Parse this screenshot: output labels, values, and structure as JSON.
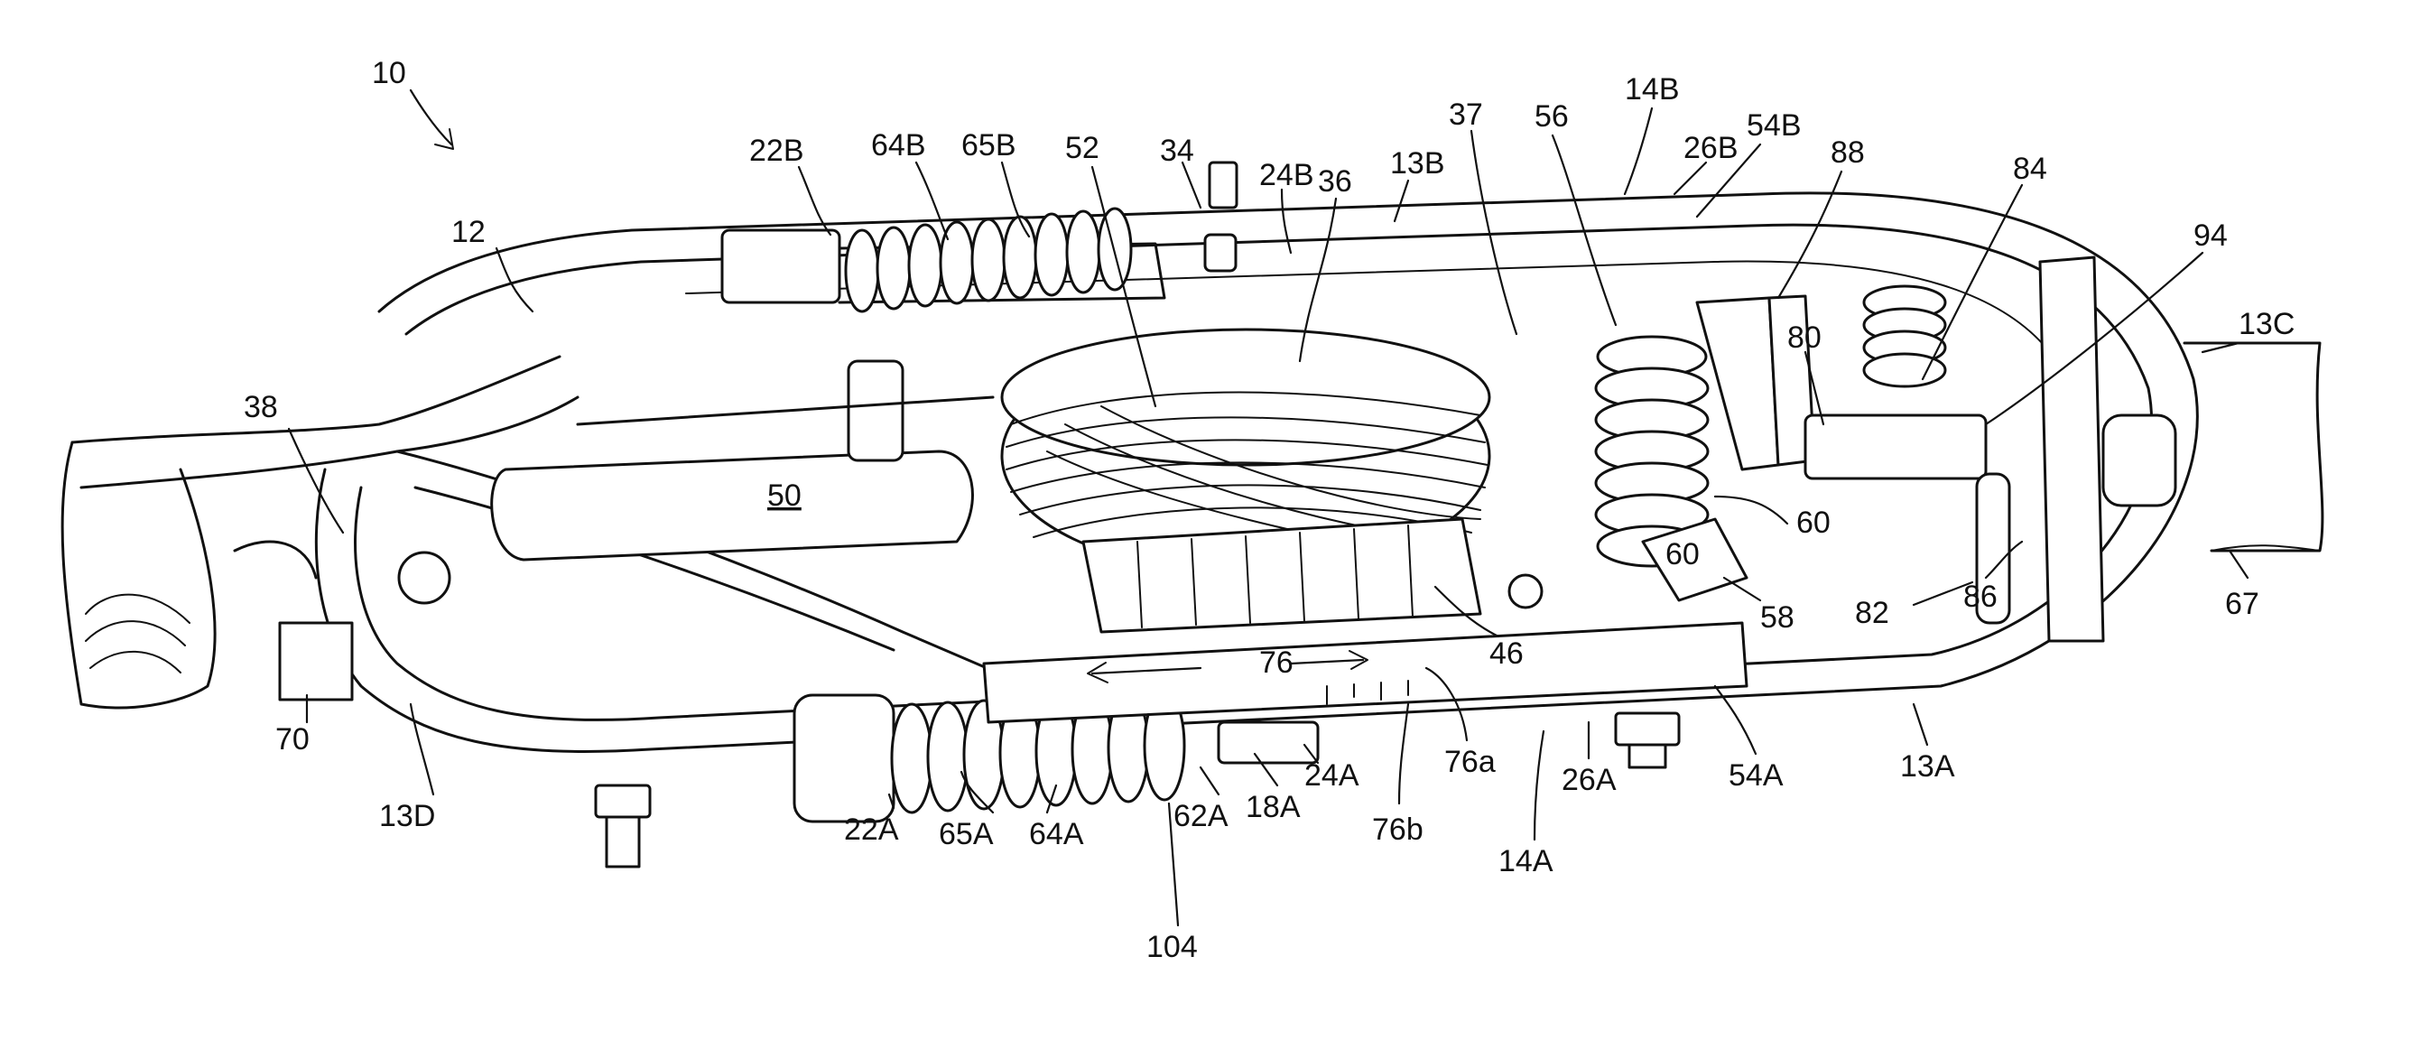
{
  "labels": {
    "l10": "10",
    "l12": "12",
    "l38": "38",
    "l22B": "22B",
    "l64B": "64B",
    "l65B": "65B",
    "l52": "52",
    "l34": "34",
    "l24B": "24B",
    "l36": "36",
    "l13B": "13B",
    "l37": "37",
    "l56": "56",
    "l14B": "14B",
    "l26B": "26B",
    "l54B": "54B",
    "l88": "88",
    "l84": "84",
    "l94": "94",
    "l13C": "13C",
    "l80": "80",
    "l50": "50",
    "l60a": "60",
    "l60b": "60",
    "l58": "58",
    "l82": "82",
    "l86": "86",
    "l67": "67",
    "l46": "46",
    "l76": "76",
    "l70": "70",
    "l13D": "13D",
    "l22A": "22A",
    "l65A": "65A",
    "l64A": "64A",
    "l62A": "62A",
    "l18A": "18A",
    "l24A": "24A",
    "l76b": "76b",
    "l76a": "76a",
    "l26A": "26A",
    "l14A": "14A",
    "l54A": "54A",
    "l13A": "13A",
    "l104": "104"
  }
}
